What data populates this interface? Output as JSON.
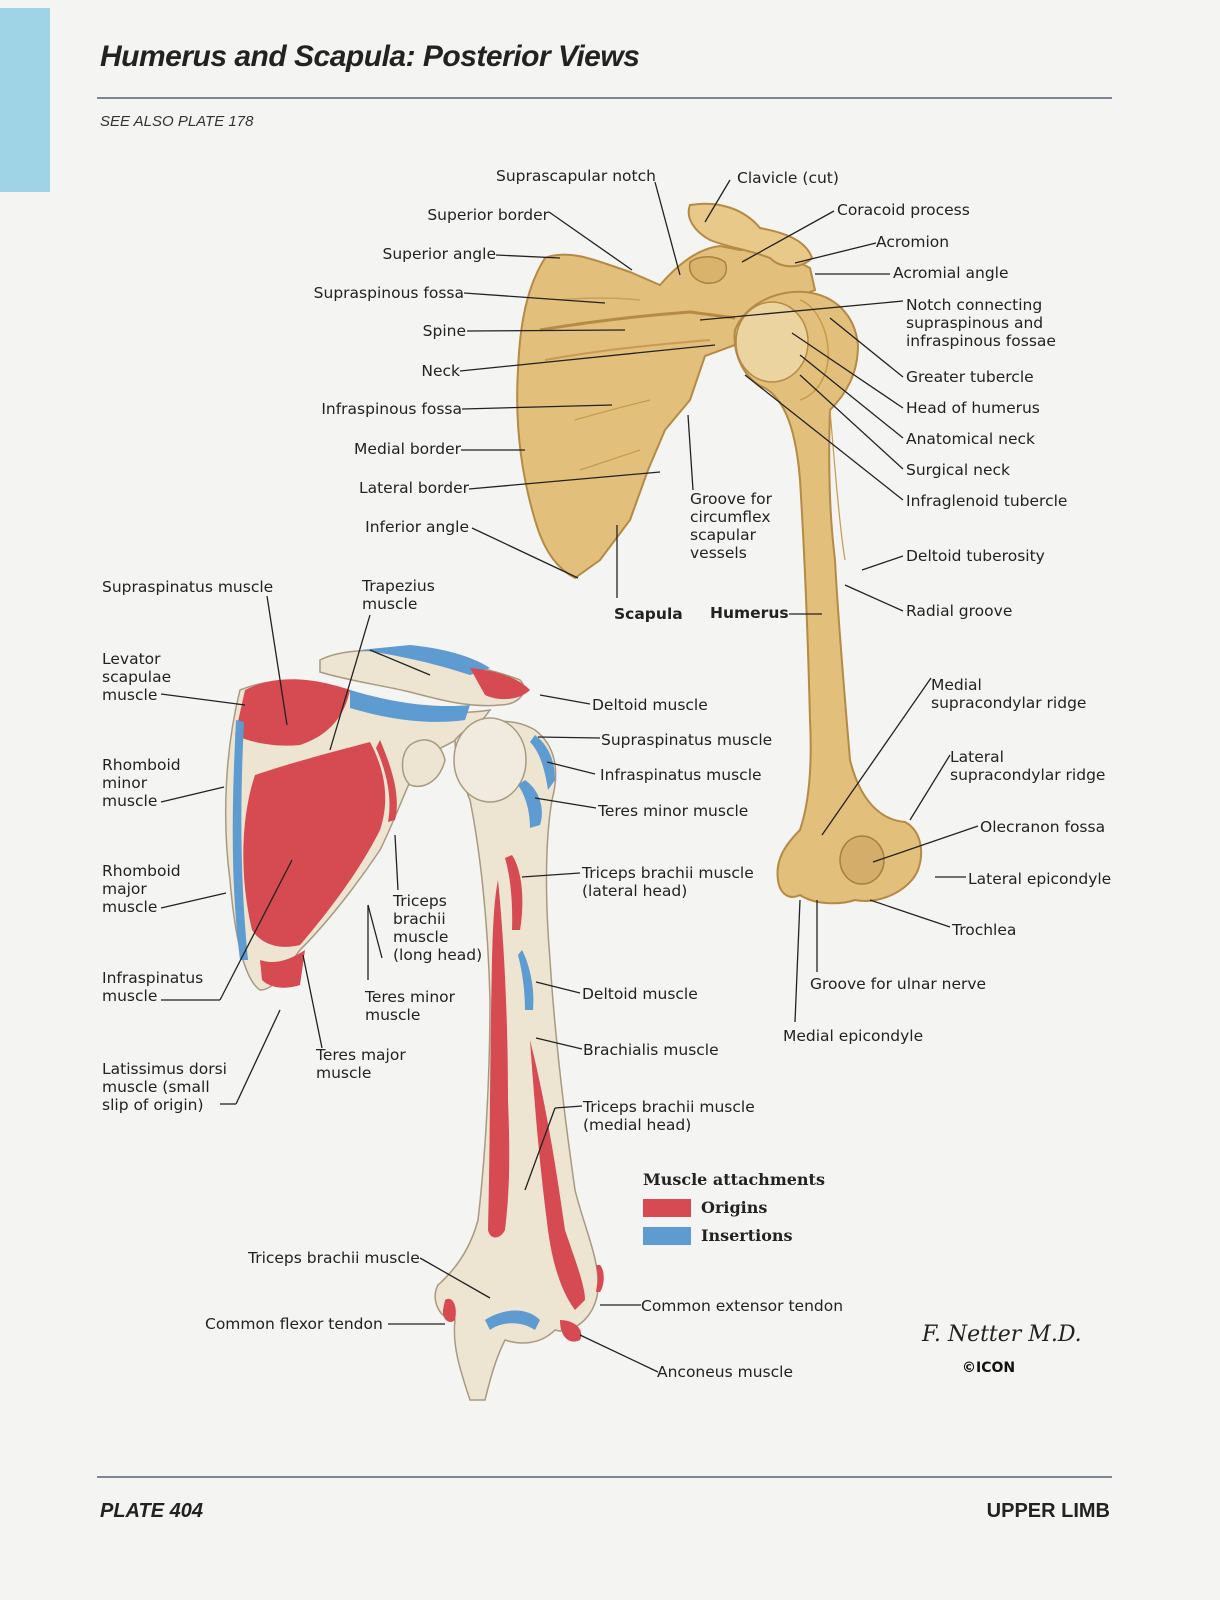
{
  "page": {
    "title": "Humerus and Scapula: Posterior Views",
    "see_also": "SEE ALSO PLATE 178",
    "footer_left": "PLATE 404",
    "footer_right": "UPPER LIMB"
  },
  "colors": {
    "bone": "#e2bf7a",
    "bone_dark": "#c79a4c",
    "origin": "#d64a52",
    "insertion": "#5e9bd0",
    "accent_tab": "#9fd3e6"
  },
  "top_labels": {
    "suprascapular_notch": "Suprascapular notch",
    "clavicle": "Clavicle (cut)",
    "superior_border": "Superior border",
    "coracoid_process": "Coracoid process",
    "superior_angle": "Superior angle",
    "acromion": "Acromion",
    "acromial_angle": "Acromial angle",
    "supraspinous_fossa": "Supraspinous fossa",
    "notch_connecting": "Notch connecting\nsupraspinous and\ninfraspinous fossae",
    "spine": "Spine",
    "neck": "Neck",
    "greater_tubercle": "Greater tubercle",
    "infraspinous_fossa": "Infraspinous fossa",
    "head_of_humerus": "Head of humerus",
    "medial_border": "Medial border",
    "anatomical_neck": "Anatomical neck",
    "lateral_border": "Lateral border",
    "surgical_neck": "Surgical neck",
    "groove_circumflex": "Groove for\ncircumflex\nscapular\nvessels",
    "infraglenoid_tubercle": "Infraglenoid tubercle",
    "inferior_angle": "Inferior angle",
    "deltoid_tuberosity": "Deltoid tuberosity",
    "scapula": "Scapula",
    "humerus": "Humerus",
    "radial_groove": "Radial groove",
    "medial_supracondylar": "Medial\nsupracondylar ridge",
    "lateral_supracondylar": "Lateral\nsupracondylar ridge",
    "olecranon_fossa": "Olecranon fossa",
    "lateral_epicondyle": "Lateral epicondyle",
    "trochlea": "Trochlea",
    "groove_ulnar": "Groove for ulnar nerve",
    "medial_epicondyle": "Medial epicondyle"
  },
  "bottom_labels": {
    "supraspinatus_muscle_l": "Supraspinatus muscle",
    "trapezius": "Trapezius\nmuscle",
    "levator_scapulae": "Levator\nscapulae\nmuscle",
    "deltoid_muscle_top": "Deltoid muscle",
    "supraspinatus_muscle_r": "Supraspinatus muscle",
    "rhomboid_minor": "Rhomboid\nminor\nmuscle",
    "infraspinatus_muscle_r": "Infraspinatus muscle",
    "teres_minor_r": "Teres minor muscle",
    "rhomboid_major": "Rhomboid\nmajor\nmuscle",
    "triceps_lateral": "Triceps brachii muscle\n(lateral head)",
    "triceps_long": "Triceps\nbrachii\nmuscle\n(long head)",
    "infraspinatus_muscle_l": "Infraspinatus\nmuscle",
    "teres_minor_l": "Teres minor\nmuscle",
    "deltoid_muscle_mid": "Deltoid muscle",
    "latissimus": "Latissimus dorsi\nmuscle (small\nslip of origin)",
    "teres_major": "Teres major\nmuscle",
    "brachialis": "Brachialis muscle",
    "triceps_medial": "Triceps brachii muscle\n(medial head)",
    "triceps_brachii": "Triceps brachii muscle",
    "common_extensor": "Common extensor tendon",
    "common_flexor": "Common flexor tendon",
    "anconeus": "Anconeus muscle"
  },
  "legend": {
    "title": "Muscle attachments",
    "items": [
      {
        "label": "Origins",
        "color": "#d64a52"
      },
      {
        "label": "Insertions",
        "color": "#5e9bd0"
      }
    ]
  },
  "signature": "F. Netter M.D.",
  "logo_text": "©ICON"
}
